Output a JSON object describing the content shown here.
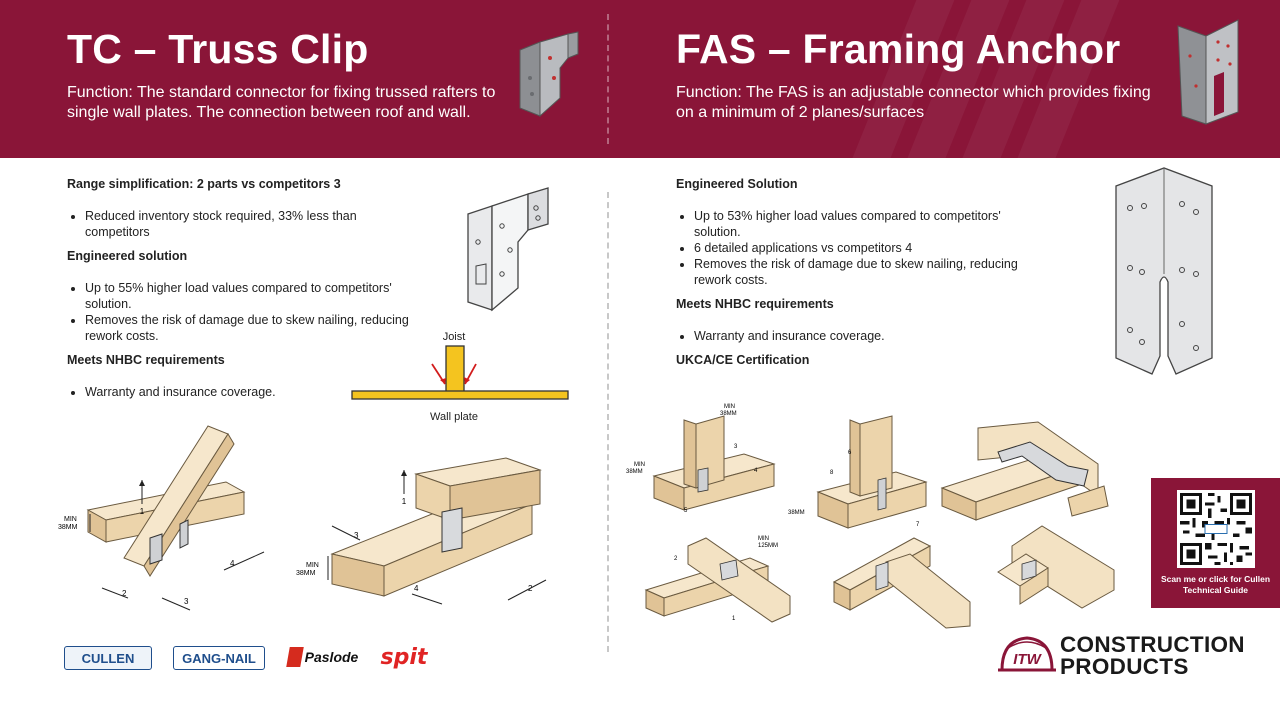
{
  "left": {
    "title": "TC – Truss Clip",
    "function": "Function: The standard connector for fixing trussed rafters to single wall plates. The connection between roof and wall.",
    "sections": [
      {
        "heading": "Range simplification: 2 parts vs competitors 3",
        "bullets": [
          "Reduced inventory stock required, 33% less than competitors"
        ]
      },
      {
        "heading": "Engineered solution",
        "bullets": [
          "Up to 55% higher load values compared to competitors' solution.",
          "Removes the risk of damage due to skew nailing, reducing rework costs."
        ]
      },
      {
        "heading": "Meets NHBC requirements",
        "bullets": [
          "Warranty and insurance coverage."
        ]
      }
    ],
    "diagram": {
      "joist": "Joist",
      "wall_plate": "Wall plate"
    },
    "install_labels": {
      "min": "MIN",
      "mm38": "38MM",
      "n1": "1",
      "n2": "2",
      "n3": "3",
      "n4": "4"
    }
  },
  "right": {
    "title": "FAS – Framing Anchor",
    "function": "Function: The FAS is an adjustable connector which provides fixing on a minimum of 2 planes/surfaces",
    "sections": [
      {
        "heading": "Engineered Solution",
        "bullets": [
          "Up to 53% higher load values compared to competitors' solution.",
          "6 detailed applications vs competitors 4",
          "Removes the risk of damage due to skew nailing, reducing rework costs."
        ]
      },
      {
        "heading": "Meets NHBC requirements",
        "bullets": [
          "Warranty and insurance coverage."
        ]
      },
      {
        "heading": "UKCA/CE Certification",
        "bullets": []
      }
    ],
    "install_labels": {
      "min": "MIN",
      "mm38": "38MM",
      "mm125": "125MM",
      "n1": "1",
      "n2": "2",
      "n3": "3",
      "n4": "4",
      "n5": "5",
      "n6": "6",
      "n7": "7",
      "n8": "8"
    }
  },
  "qr": {
    "text": "Scan me or click for Cullen Technical Guide"
  },
  "brands": {
    "cullen": "CULLEN",
    "gangnail": "GANG-NAIL",
    "paslode": "Paslode",
    "spit": "spit"
  },
  "company": {
    "logo_text": "ITW",
    "line1": "CONSTRUCTION",
    "line2": "PRODUCTS"
  },
  "colors": {
    "brand": "#8a1538",
    "timber": "#f1dfc0",
    "wall_plate": "#f4c41f",
    "arrow": "#d21c1c"
  }
}
